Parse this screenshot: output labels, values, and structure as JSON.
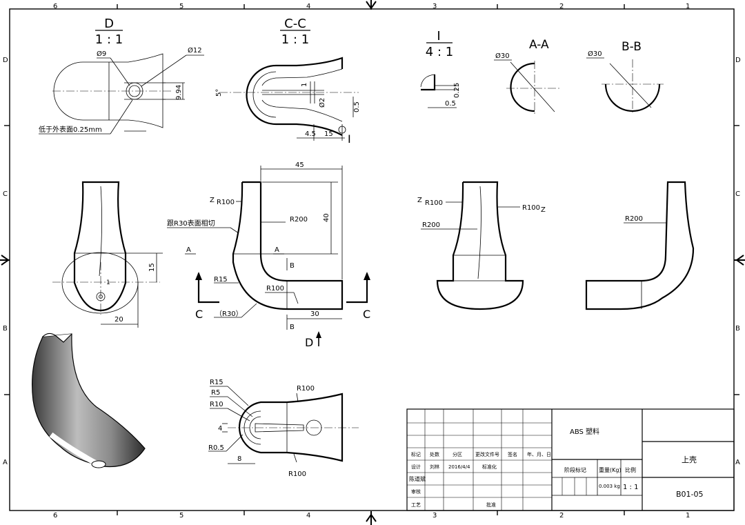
{
  "border": {
    "cols_top": [
      "6",
      "5",
      "4",
      "3",
      "2",
      "1"
    ],
    "cols_bottom": [
      "6",
      "5",
      "4",
      "3",
      "2",
      "1"
    ],
    "rows_left": [
      "D",
      "C",
      "B",
      "A"
    ],
    "rows_right": [
      "D",
      "C",
      "B",
      "A"
    ]
  },
  "views": {
    "detail_d": {
      "title": "D",
      "scale": "1 : 1",
      "dim_dia9": "Ø9",
      "dim_dia12": "Ø12",
      "dim_994": "9.94",
      "note": "低于外表面0.25mm"
    },
    "section_cc": {
      "title": "C-C",
      "scale": "1 : 1",
      "dim_5deg": "5°",
      "dim_1": "1",
      "dim_dia2": "Ø2",
      "dim_05": "0.5",
      "dim_45": "4.5",
      "dim_15": "15",
      "detail_ref": "I"
    },
    "detail_i": {
      "title": "I",
      "scale": "4 : 1",
      "dim_025": "0.25",
      "dim_05": "0.5"
    },
    "section_aa": {
      "title": "A-A",
      "dim": "Ø30"
    },
    "section_bb": {
      "title": "B-B",
      "dim": "Ø30"
    },
    "front": {
      "dim_15": "15",
      "dim_20": "20",
      "dim_1": "1"
    },
    "main": {
      "dim_45": "45",
      "dim_40": "40",
      "dim_r100a": "R100",
      "dim_r200": "R200",
      "note": "跟R30表面相切",
      "sec_a1": "A",
      "sec_a2": "A",
      "sec_b1": "B",
      "sec_b2": "B",
      "dim_r15": "R15",
      "dim_r100b": "R100",
      "dim_r30": "（R30）",
      "dim_30": "30",
      "sec_c1": "C",
      "sec_c2": "C",
      "view_d": "D"
    },
    "side": {
      "dim_r100l": "R100",
      "dim_r100r": "R100",
      "dim_r200": "R200"
    },
    "right": {
      "dim_r200": "R200"
    },
    "bottom": {
      "r15": "R15",
      "r5": "R5",
      "r10": "R10",
      "r100t": "R100",
      "r05": "R0.5",
      "d4": "4",
      "d8": "8",
      "r100b": "R100"
    }
  },
  "title_block": {
    "material": "ABS 塑料",
    "part_name": "上壳",
    "drawing_no": "B01-05",
    "weight_label": "重量(Kg)",
    "scale_label": "比例",
    "stage_label": "阶段标记",
    "weight": "0.003 kg",
    "scale": "1 : 1",
    "row_labels": [
      "标记",
      "处数",
      "分区",
      "更改文件号",
      "签名",
      "年、月、日"
    ],
    "design_label": "设计",
    "designer": "刘林",
    "date": "2016/4/4",
    "std_label": "标准化",
    "checker": "陈道斌",
    "review_label": "审核",
    "process_label": "工艺",
    "approve_label": "批准"
  }
}
